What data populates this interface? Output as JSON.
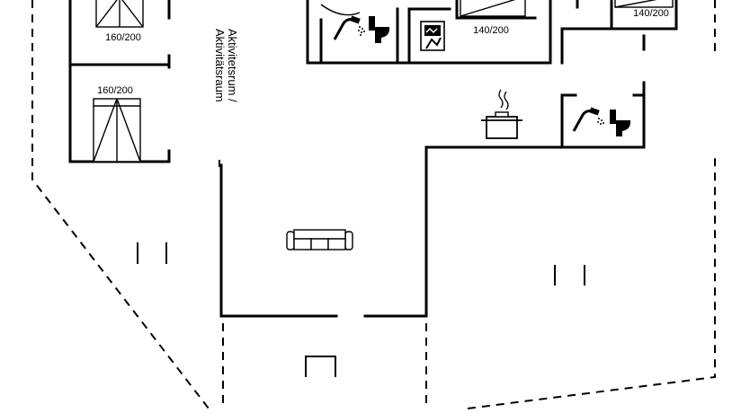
{
  "bed_labels": {
    "bed1": "160/200",
    "bed2": "160/200",
    "bed3": "140/200",
    "bed4": "140/200"
  },
  "room_labels": {
    "activity_room_line1": "Aktivitetsrum /",
    "activity_room_line2": "Aktivitätsraum"
  },
  "icons": [
    "shower-icon",
    "toilet-icon",
    "washing-machine-icon",
    "stove-pot-icon",
    "sofa-icon"
  ]
}
